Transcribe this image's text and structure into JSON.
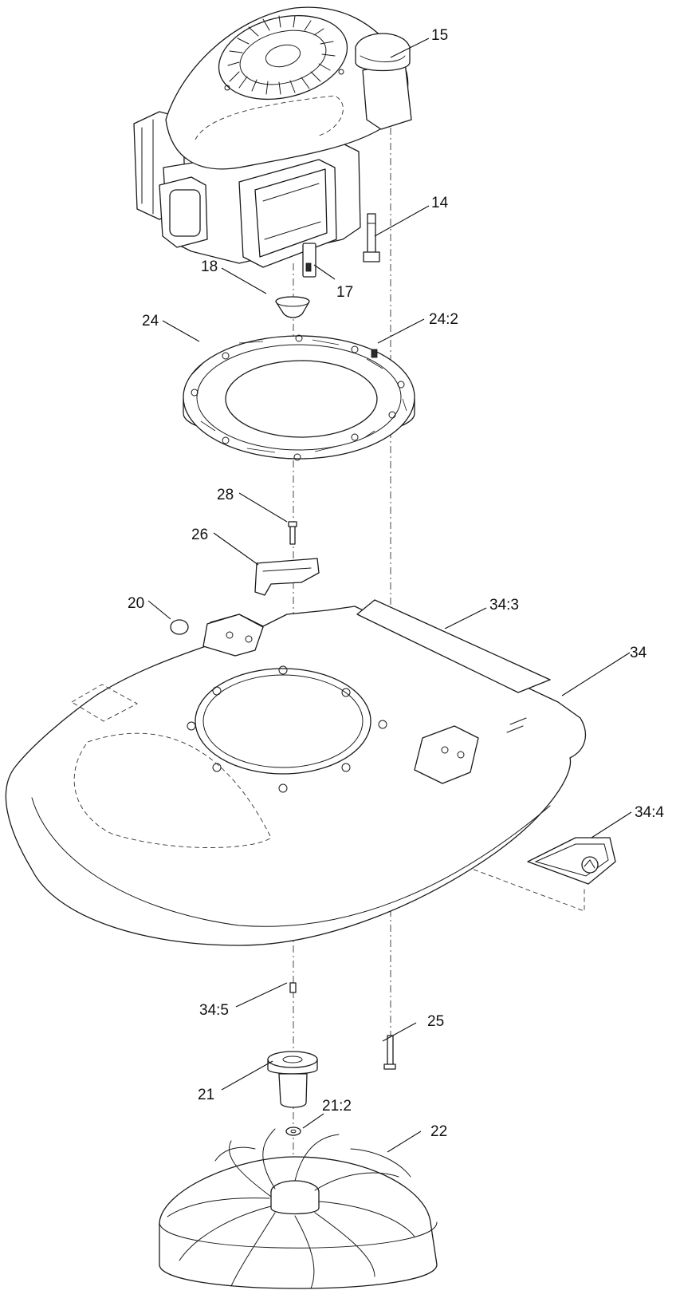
{
  "callouts": {
    "c15": "15",
    "c14": "14",
    "c18": "18",
    "c17": "17",
    "c24": "24",
    "c24_2": "24:2",
    "c28": "28",
    "c26": "26",
    "c20": "20",
    "c34_3": "34:3",
    "c34": "34",
    "c34_4": "34:4",
    "c34_5": "34:5",
    "c25": "25",
    "c21": "21",
    "c21_2": "21:2",
    "c22": "22"
  },
  "parts": [
    {
      "ref": "14",
      "kind": "bolt"
    },
    {
      "ref": "15",
      "kind": "engine"
    },
    {
      "ref": "17",
      "kind": "key"
    },
    {
      "ref": "18",
      "kind": "cup"
    },
    {
      "ref": "20",
      "kind": "plug"
    },
    {
      "ref": "21",
      "kind": "blade-adapter"
    },
    {
      "ref": "21:2",
      "kind": "washer"
    },
    {
      "ref": "22",
      "kind": "impeller"
    },
    {
      "ref": "24",
      "kind": "engine-mount-ring"
    },
    {
      "ref": "24:2",
      "kind": "screw"
    },
    {
      "ref": "25",
      "kind": "bolt"
    },
    {
      "ref": "26",
      "kind": "bracket"
    },
    {
      "ref": "28",
      "kind": "screw"
    },
    {
      "ref": "34",
      "kind": "deck-hood"
    },
    {
      "ref": "34:3",
      "kind": "decal"
    },
    {
      "ref": "34:4",
      "kind": "decal-hand-warning"
    },
    {
      "ref": "34:5",
      "kind": "screw"
    }
  ]
}
